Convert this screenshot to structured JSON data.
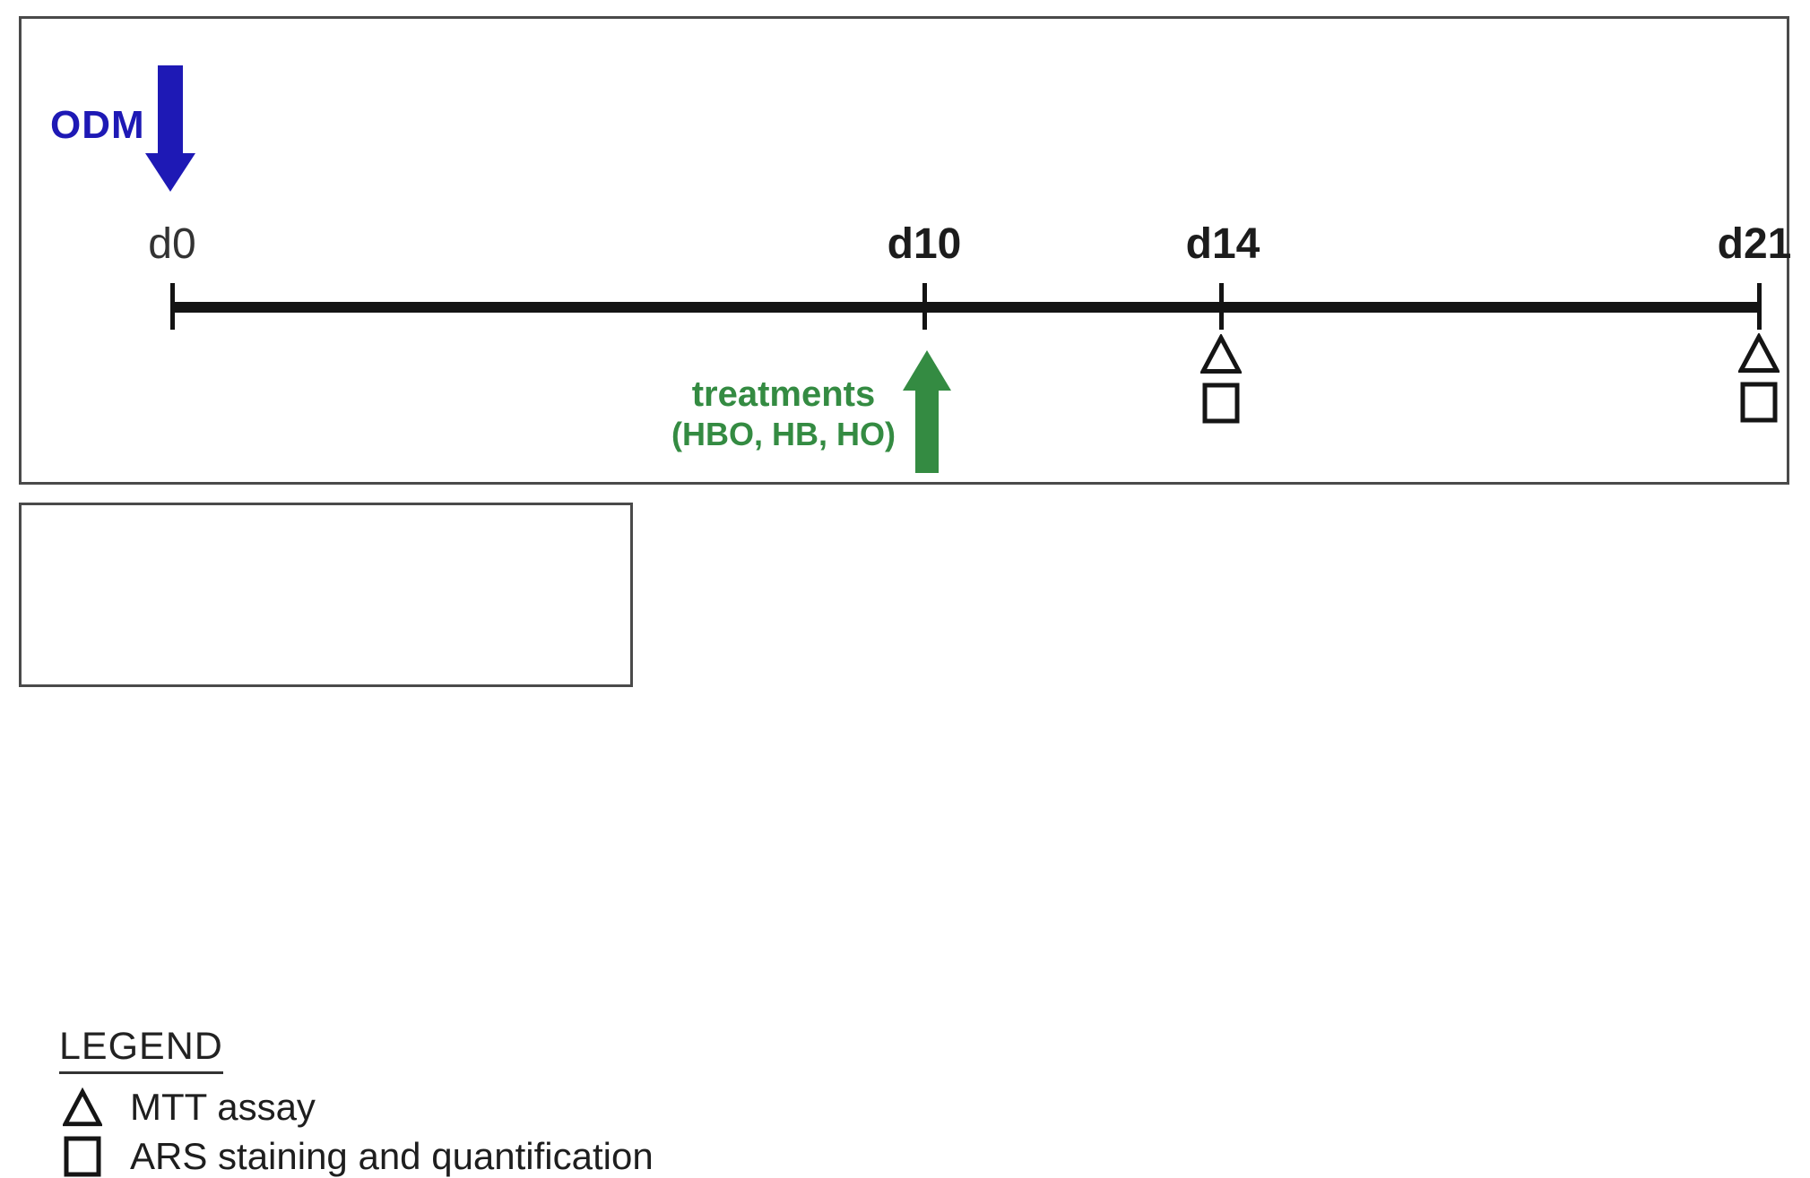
{
  "figure": {
    "odm": {
      "label": "ODM"
    },
    "timeline": {
      "timepoints": [
        {
          "label": "d0"
        },
        {
          "label": "d10"
        },
        {
          "label": "d14"
        },
        {
          "label": "d21"
        }
      ]
    },
    "treatments": {
      "label": "treatments",
      "detail": "(HBO, HB, HO)"
    },
    "colors": {
      "odm_blue": "#1e19b5",
      "treatments_green": "#348b42",
      "line_black": "#141414"
    }
  },
  "legend": {
    "title": "LEGEND",
    "items": [
      {
        "symbol": "triangle-icon",
        "label": "MTT assay"
      },
      {
        "symbol": "square-icon",
        "label": "ARS staining and quantification"
      }
    ]
  }
}
